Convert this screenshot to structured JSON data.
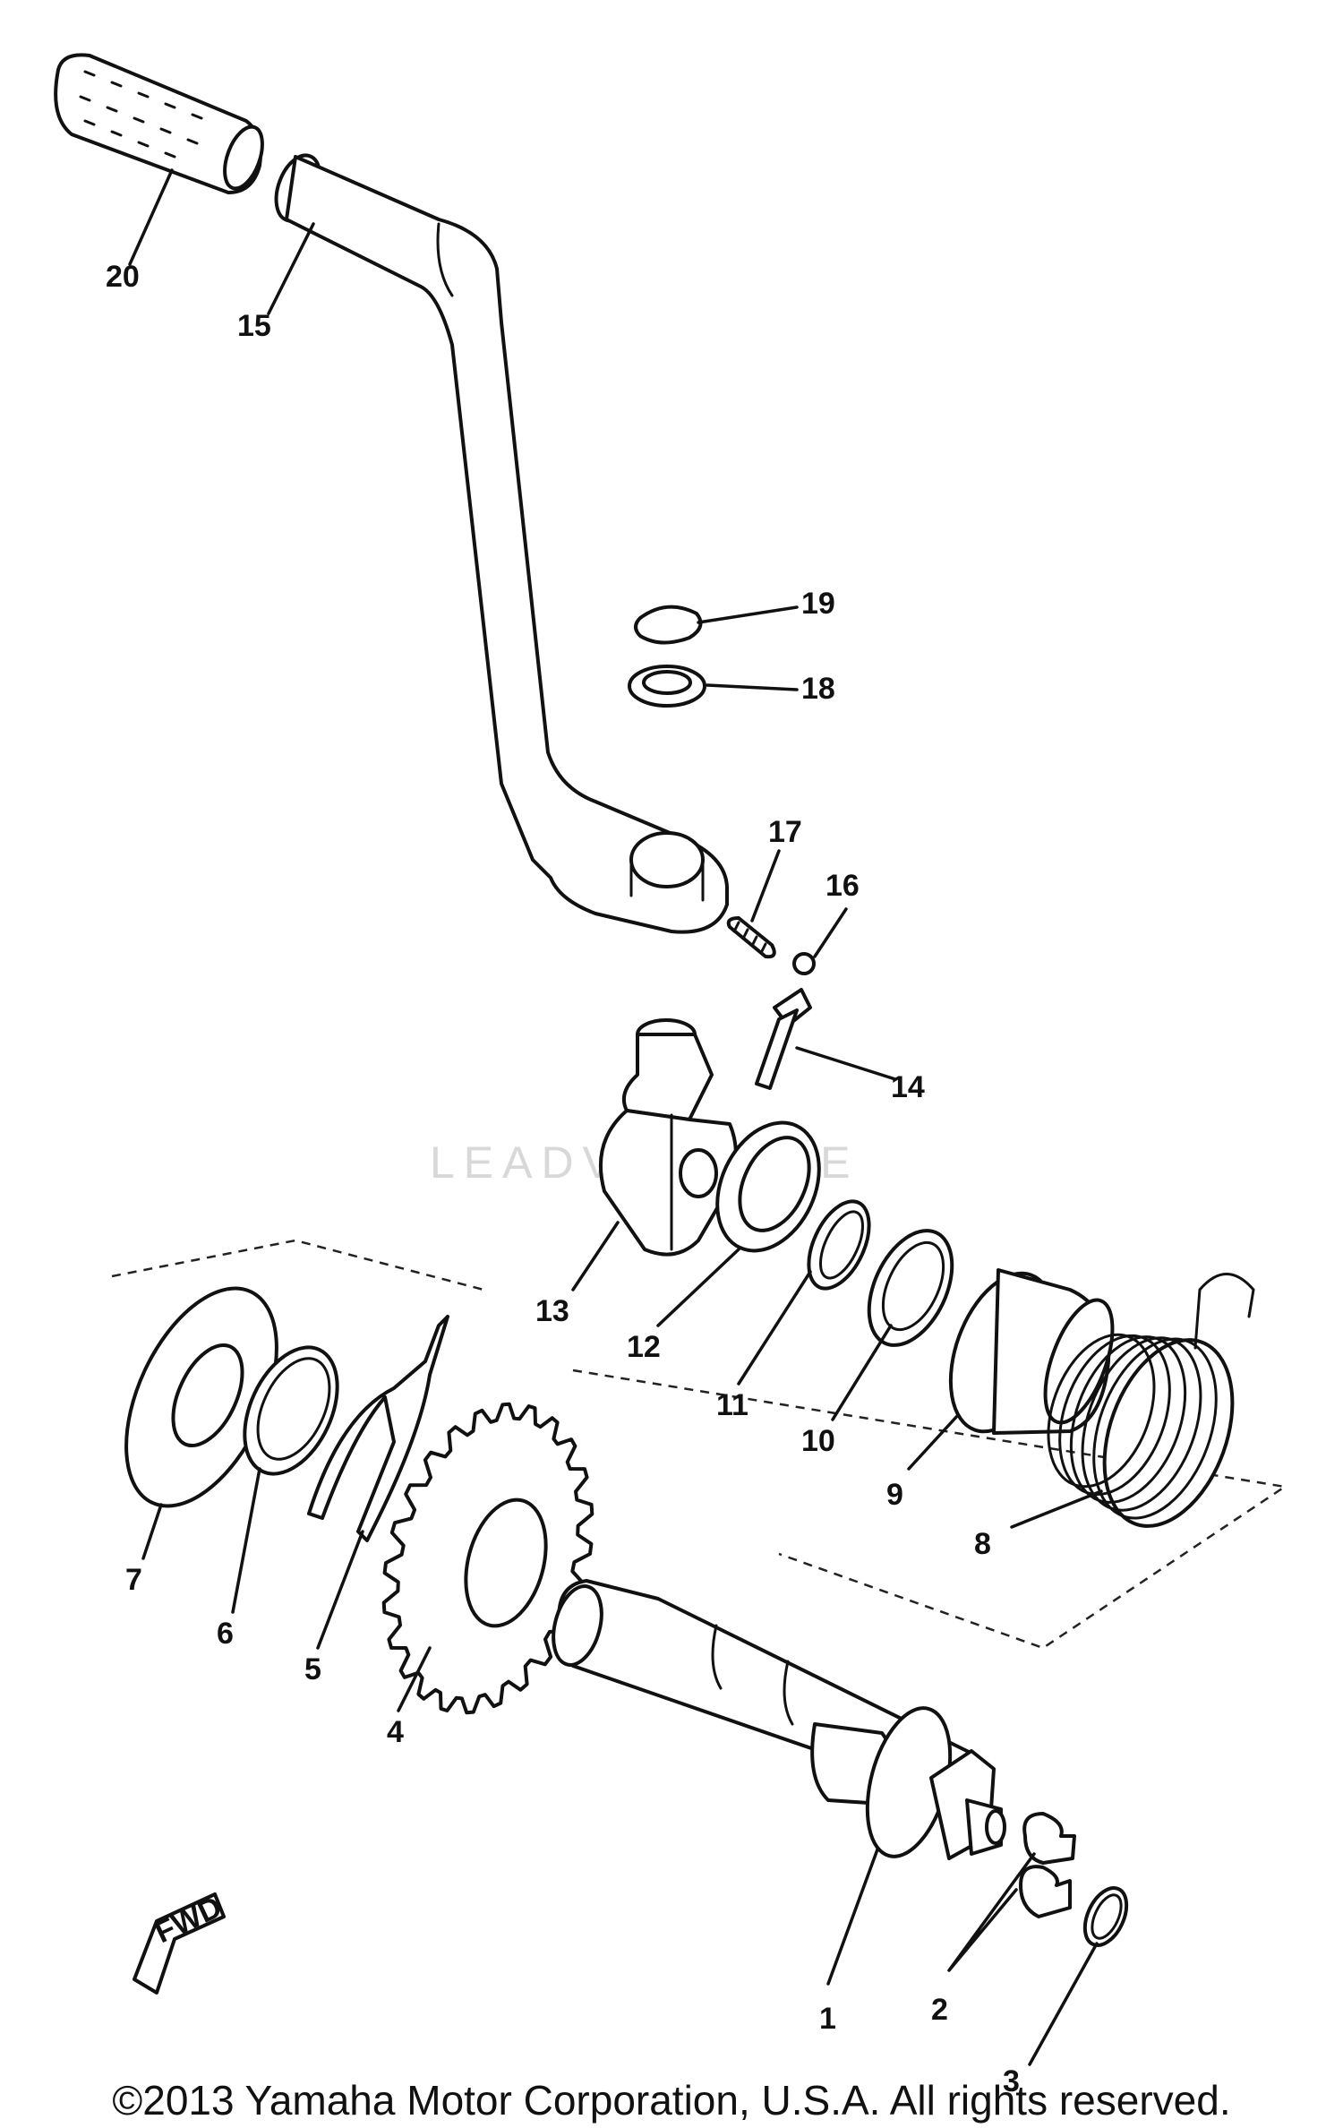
{
  "diagram": {
    "callouts": [
      "1",
      "2",
      "3",
      "4",
      "5",
      "6",
      "7",
      "8",
      "9",
      "10",
      "11",
      "12",
      "13",
      "14",
      "15",
      "16",
      "17",
      "18",
      "19",
      "20"
    ],
    "fwd_label": "FWD",
    "watermark": "LEADVENTURE"
  },
  "footer": {
    "copyright": "©2013 Yamaha Motor Corporation, U.S.A. All rights reserved."
  }
}
